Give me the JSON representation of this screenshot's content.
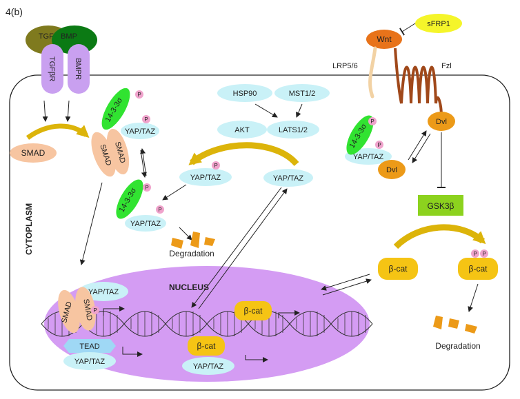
{
  "figure_label": "4(b)",
  "compartments": {
    "cytoplasm": "CYTOPLASM",
    "nucleus": "NUCLEUS"
  },
  "ligands": {
    "tgfb": "TGFβ",
    "bmp": "BMP",
    "wnt": "Wnt",
    "sfrp1": "sFRP1"
  },
  "receptors": {
    "tgfbr": "TGFβR",
    "bmpr": "BMPR",
    "lrp": "LRP5/6",
    "fzl": "Fzl"
  },
  "proteins": {
    "smad": "SMAD",
    "yap_taz": "YAP/TAZ",
    "s1433": "14-3-3σ",
    "hsp90": "HSP90",
    "mst": "MST1/2",
    "akt": "AKT",
    "lats": "LATS1/2",
    "dvl": "Dvl",
    "gsk": "GSK3β",
    "bcat": "β-cat",
    "tead": "TEAD",
    "phospho": "P"
  },
  "labels": {
    "degradation": "Degradation"
  },
  "colors": {
    "ligand_tgfb": "#7f7a1e",
    "ligand_bmp": "#0b7a14",
    "receptor": "#c9a0f0",
    "smad": "#f7c5a1",
    "yap_taz": "#c9f1f7",
    "s1433": "#31e331",
    "phospho": "#f0a3cc",
    "wnt": "#e8731a",
    "sfrp1": "#f5f52a",
    "dvl": "#ec9a18",
    "gsk": "#8cd21e",
    "bcat": "#f5c414",
    "nucleus": "#d49cf3",
    "tead": "#9fd8f5",
    "fzl": "#a0481a",
    "lrp": "#f2d2a4",
    "curved_arrow": "#dcb40a"
  }
}
